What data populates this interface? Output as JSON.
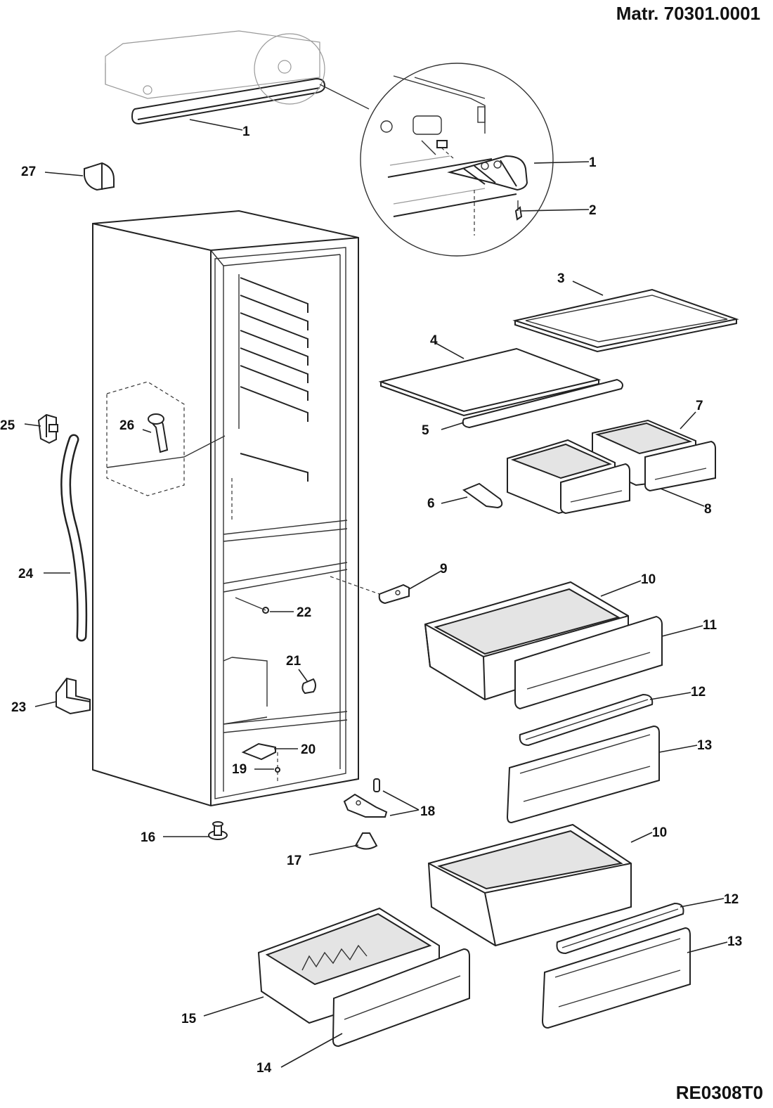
{
  "header": {
    "material_code": "Matr. 70301.0001"
  },
  "footer": {
    "reference_code": "RE0308T0"
  },
  "callouts": [
    {
      "id": "c1a",
      "text": "1"
    },
    {
      "id": "c1b",
      "text": "1"
    },
    {
      "id": "c2",
      "text": "2"
    },
    {
      "id": "c3",
      "text": "3"
    },
    {
      "id": "c4",
      "text": "4"
    },
    {
      "id": "c5",
      "text": "5"
    },
    {
      "id": "c6",
      "text": "6"
    },
    {
      "id": "c7",
      "text": "7"
    },
    {
      "id": "c8",
      "text": "8"
    },
    {
      "id": "c9",
      "text": "9"
    },
    {
      "id": "c10a",
      "text": "10"
    },
    {
      "id": "c10b",
      "text": "10"
    },
    {
      "id": "c11",
      "text": "11"
    },
    {
      "id": "c12a",
      "text": "12"
    },
    {
      "id": "c12b",
      "text": "12"
    },
    {
      "id": "c13a",
      "text": "13"
    },
    {
      "id": "c13b",
      "text": "13"
    },
    {
      "id": "c14",
      "text": "14"
    },
    {
      "id": "c15",
      "text": "15"
    },
    {
      "id": "c16",
      "text": "16"
    },
    {
      "id": "c17",
      "text": "17"
    },
    {
      "id": "c18",
      "text": "18"
    },
    {
      "id": "c19",
      "text": "19"
    },
    {
      "id": "c20",
      "text": "20"
    },
    {
      "id": "c21",
      "text": "21"
    },
    {
      "id": "c22",
      "text": "22"
    },
    {
      "id": "c23",
      "text": "23"
    },
    {
      "id": "c24",
      "text": "24"
    },
    {
      "id": "c25",
      "text": "25"
    },
    {
      "id": "c26",
      "text": "26"
    },
    {
      "id": "c27",
      "text": "27"
    }
  ]
}
